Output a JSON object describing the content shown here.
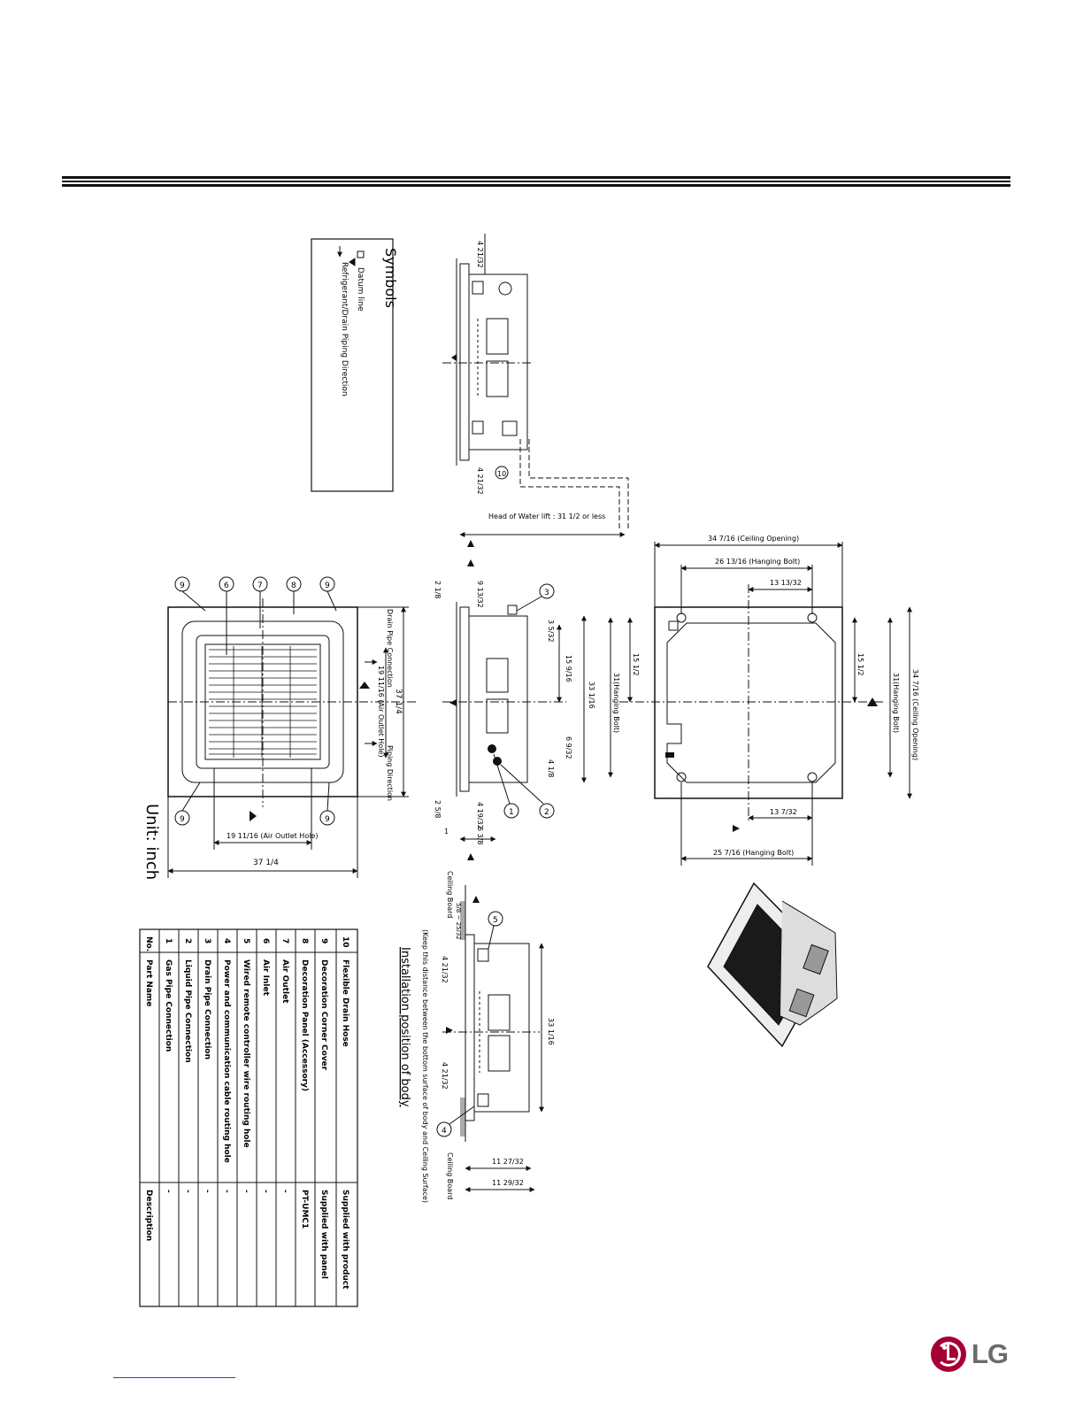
{
  "unit_label": "Unit: inch",
  "symbols": {
    "title": "Symbols",
    "datum": "Datum line",
    "direction": "Refrigerant/Drain Piping Direction"
  },
  "top_view": {
    "drain_pipe_connection": "Drain Pipe Connection",
    "piping_direction": "Piping Direction",
    "air_outlet_hole_right": "19 11/16 (Air Outlet Hole)",
    "air_outlet_hole_bottom": "19 11/16 (Air Outlet Hole)",
    "width_right": "37 1/4",
    "width_bottom": "37 1/4",
    "callouts": [
      "9",
      "6",
      "7",
      "8",
      "9",
      "9",
      "9"
    ]
  },
  "side_view_top": {
    "dim_left": "4 21/32",
    "dim_right": "4 21/32",
    "water_lift": "Head of Water lift : 31 1/2 or less",
    "callout": "10"
  },
  "side_view_mid": {
    "d1": "2 1/8",
    "d2": "9 13/32",
    "d3": "3 5/32",
    "d4": "15 9/16",
    "d5": "33 1/16",
    "d6": "6 9/32",
    "d7": "4 1/8",
    "d8": "2 5/8",
    "d9": "4 19/32",
    "d10": "6 3/8",
    "d11": "1",
    "callouts": [
      "3",
      "1",
      "2"
    ]
  },
  "ceiling_view": {
    "ceiling_opening_top": "34 7/16 (Ceiling Opening)",
    "hanging_bolt_top": "26 13/16 (Hanging Bolt)",
    "half_top": "13 13/32",
    "hanging_bolt_left": "31(Hanging Bolt)",
    "half_left": "15 1/2",
    "half_right": "15 1/2",
    "hanging_bolt_right": "31(Hanging Bolt)",
    "ceiling_opening_right": "34 7/16 (Ceiling Opening)",
    "half_bottom": "13 7/32",
    "hanging_bolt_bottom": "25 7/16 (Hanging Bolt)"
  },
  "install_view": {
    "title": "Installation position of body",
    "note": "(Keep this distance between the bottom surface of body and Ceiling Surface)",
    "ceiling_board_top": "Ceiling Board",
    "ceiling_board_bottom": "Ceiling Board",
    "gap": "5/8 ~ 25/32",
    "d1": "4 21/32",
    "d2": "4 21/32",
    "d3": "33 1/16",
    "h1": "11 27/32",
    "h2": "11 29/32",
    "callouts": [
      "5",
      "4"
    ]
  },
  "parts_table": {
    "headers": [
      "No.",
      "Part Name",
      "Description"
    ],
    "rows": [
      {
        "no": "1",
        "name": "Gas Pipe Connection",
        "desc": "-"
      },
      {
        "no": "2",
        "name": "Liquid Pipe Connection",
        "desc": "-"
      },
      {
        "no": "3",
        "name": "Drain Pipe Connection",
        "desc": "-"
      },
      {
        "no": "4",
        "name": "Power and communication cable routing hole",
        "desc": "-"
      },
      {
        "no": "5",
        "name": "Wired remote controller wire routing hole",
        "desc": "-"
      },
      {
        "no": "6",
        "name": "Air Inlet",
        "desc": "-"
      },
      {
        "no": "7",
        "name": "Air Outlet",
        "desc": "-"
      },
      {
        "no": "8",
        "name": "Decoration Panel (Accessory)",
        "desc": "PT-UMC1"
      },
      {
        "no": "9",
        "name": "Decoration Corner Cover",
        "desc": "Supplied with panel"
      },
      {
        "no": "10",
        "name": "Flexible Drain Hose",
        "desc": "Supplied with product"
      }
    ]
  },
  "brand": "LG",
  "colors": {
    "brand": "#a50034",
    "ink": "#111111"
  }
}
